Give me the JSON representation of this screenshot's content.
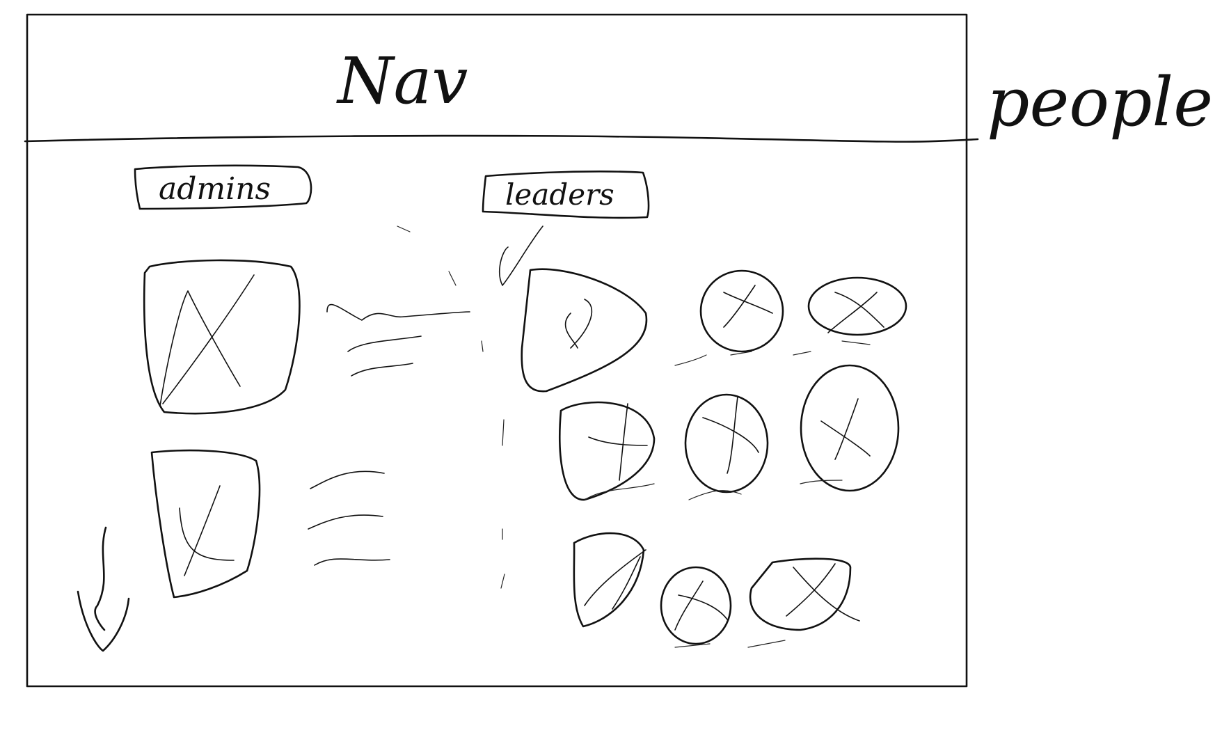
{
  "page": {
    "side_label": "people",
    "header_label": "Nav"
  },
  "sections": {
    "admins_label": "admins",
    "leaders_label": "leaders"
  },
  "colors": {
    "ink": "#111111",
    "background": "#ffffff"
  },
  "icons": {
    "image_placeholder": "x-cross-placeholder-icon",
    "scroll_down": "down-arrow-icon"
  }
}
